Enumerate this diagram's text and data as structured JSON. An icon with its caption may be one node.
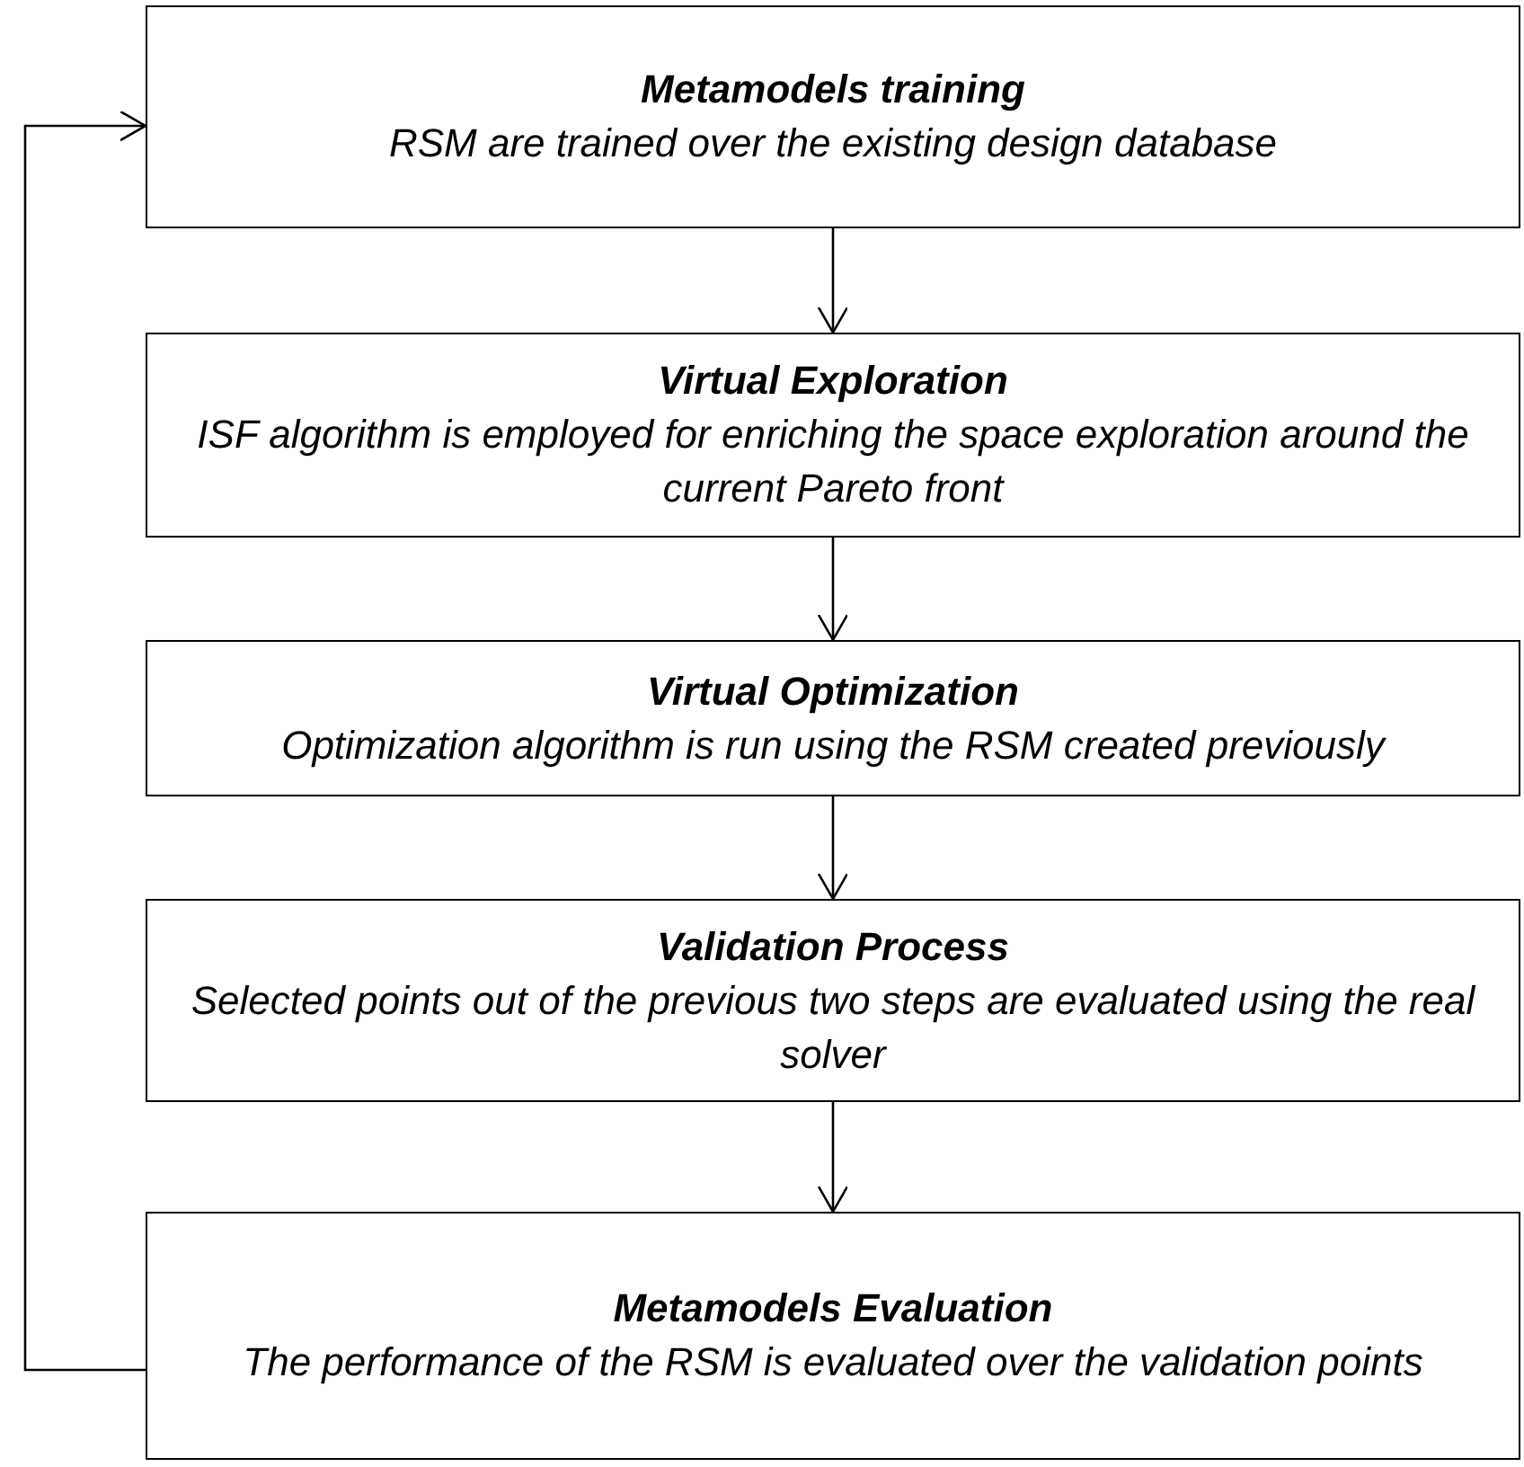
{
  "diagram": {
    "nodes": [
      {
        "text": [
          "Metamodels training",
          "RSM are trained over the existing design database"
        ]
      },
      {
        "text": [
          "Virtual Exploration",
          "ISF algorithm is employed for enriching the space exploration around the current Pareto front"
        ]
      },
      {
        "text": [
          "Virtual Optimization",
          "Optimization algorithm is run using the RSM created previously"
        ]
      },
      {
        "text": [
          "Validation Process",
          "Selected points out of the previous two steps are evaluated using the real solver"
        ]
      },
      {
        "text": [
          "Metamodels Evaluation",
          "The performance of the RSM is evaluated over the validation points"
        ]
      }
    ],
    "edges": [
      {
        "from": 0,
        "to": 1,
        "arrow": "to"
      },
      {
        "from": 1,
        "to": 2,
        "arrow": "to"
      },
      {
        "from": 2,
        "to": 3,
        "arrow": "to"
      },
      {
        "from": 3,
        "to": 4,
        "arrow": "to"
      },
      {
        "from": 4,
        "to": 0,
        "arrow": "to"
      }
    ]
  }
}
